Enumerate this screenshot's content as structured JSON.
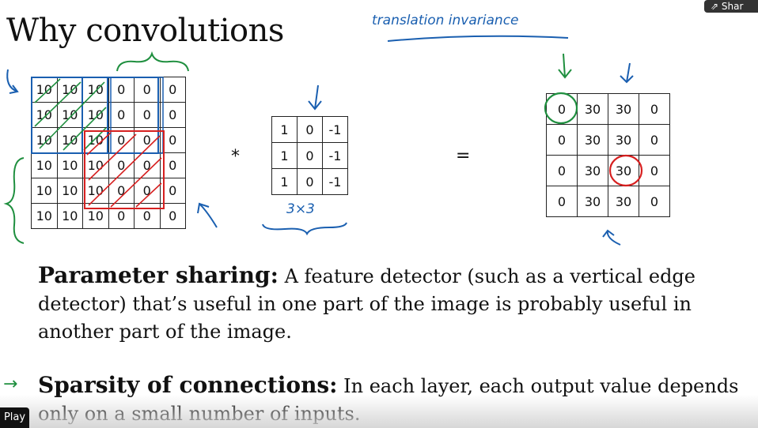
{
  "slide": {
    "title": "Why convolutions",
    "annotation_top": "translation invariance",
    "annotation_kernel_size": "3×3",
    "operators": {
      "convolve": "*",
      "equals": "="
    }
  },
  "input_matrix": [
    [
      "10",
      "10",
      "10",
      "0",
      "0",
      "0"
    ],
    [
      "10",
      "10",
      "10",
      "0",
      "0",
      "0"
    ],
    [
      "10",
      "10",
      "10",
      "0",
      "0",
      "0"
    ],
    [
      "10",
      "10",
      "10",
      "0",
      "0",
      "0"
    ],
    [
      "10",
      "10",
      "10",
      "0",
      "0",
      "0"
    ],
    [
      "10",
      "10",
      "10",
      "0",
      "0",
      "0"
    ]
  ],
  "kernel_matrix": [
    [
      "1",
      "0",
      "-1"
    ],
    [
      "1",
      "0",
      "-1"
    ],
    [
      "1",
      "0",
      "-1"
    ]
  ],
  "output_matrix": [
    [
      "0",
      "30",
      "30",
      "0"
    ],
    [
      "0",
      "30",
      "30",
      "0"
    ],
    [
      "0",
      "30",
      "30",
      "0"
    ],
    [
      "0",
      "30",
      "30",
      "0"
    ]
  ],
  "points": [
    {
      "heading": "Parameter sharing:",
      "text": " A feature detector (such as a vertical edge detector) that’s useful in one part of the image is probably useful in another part of the image."
    },
    {
      "heading": "Sparsity of connections:",
      "text": " In each layer, each output value depends only on a small number of inputs."
    }
  ],
  "controls": {
    "share_label": "Shar",
    "play_label": "Play"
  },
  "colors": {
    "ink_blue": "#1a5fb0",
    "ink_green": "#1f8f3f",
    "ink_red": "#d62020"
  }
}
